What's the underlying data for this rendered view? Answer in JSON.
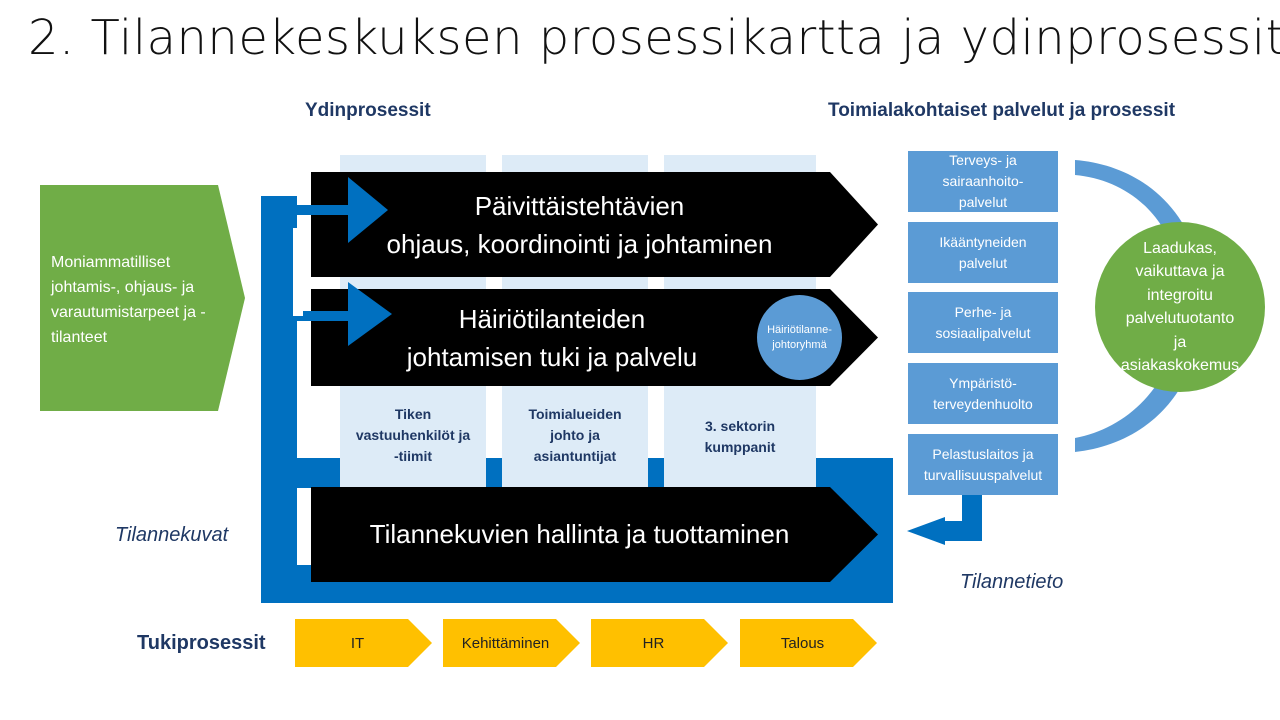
{
  "title": "2. Tilannekeskuksen prosessikartta ja ydinprosessit",
  "headers": {
    "core": "Ydinprosessit",
    "sector": "Toimialakohtaiset palvelut ja prosessit",
    "support": "Tukiprosessit"
  },
  "left_input": "Moniammatilliset johtamis-, ohjaus- ja varautumistarpeet ja -tilanteet",
  "processes": {
    "p1": "Päivittäistehtävien\nohjaus, koordinointi ja johtaminen",
    "p2": "Häiriötilanteiden\njohtamisen tuki ja palvelu",
    "p3": "Tilannekuvien hallinta ja tuottaminen"
  },
  "disturbance_group": "Häiriötilanne-\njohtoryhmä",
  "columns": [
    "Tiken\nvastuuhenkilöt ja\n-tiimit",
    "Toimialueiden\njohto ja\nasiantuntijat",
    "3. sektorin\nkumppanit"
  ],
  "services": [
    "Terveys- ja\nsairaanhoito-\npalvelut",
    "Ikääntyneiden\npalvelut",
    "Perhe- ja\nsosiaalipalvelut",
    "Ympäristö-\nterveydenhuolto",
    "Pelastuslaitos ja\nturvallisuuspalvelut"
  ],
  "outcome": "Laadukas,\nvaikuttava ja\nintegroitu\npalvelutuotanto\nja\nasiakaskokemus",
  "labels": {
    "situation_pictures": "Tilannekuvat",
    "situation_info": "Tilannetieto"
  },
  "support_processes": [
    "IT",
    "Kehittäminen",
    "HR",
    "Talous"
  ],
  "colors": {
    "dark_blue": "#0070c0",
    "light_blue": "#ddebf7",
    "mid_blue": "#5b9bd5",
    "green": "#70ad47",
    "yellow": "#ffc000",
    "black": "#000000"
  }
}
